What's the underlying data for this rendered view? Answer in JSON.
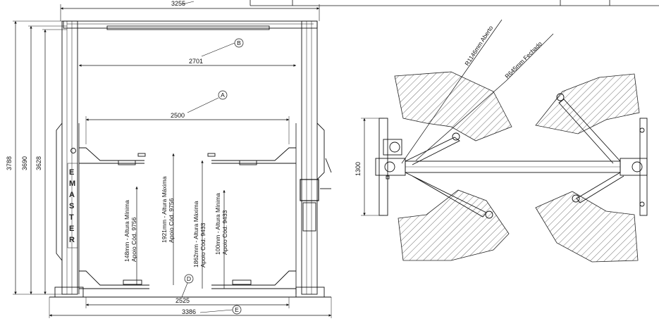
{
  "front_view": {
    "top_width": "3255",
    "height_total": "3788",
    "height_column": "3690",
    "height_inner": "3628",
    "width_b": "2701",
    "width_a": "2500",
    "width_d": "2525",
    "width_e": "3386",
    "marker_a": "A",
    "marker_b": "B",
    "marker_d": "D",
    "marker_e": "E",
    "brand_letters": [
      "E",
      "M",
      "A",
      "S",
      "T",
      "E",
      "R"
    ],
    "left_arm_label_min": [
      "148mm - Altura Mínima",
      "Apoio Cód. 9756"
    ],
    "left_arm_label_max": [
      "1921mm - Altura Máxima",
      "Apoio Cód. 9756"
    ],
    "right_arm_label_max": [
      "1862mm - Altura Máxima",
      "Apoio Cód. 9433"
    ],
    "right_arm_label_min": [
      "100mm - Altura Mínima",
      "Apoio Cód. 9433"
    ]
  },
  "top_view": {
    "radius_open": "R1146mm Aberto",
    "radius_closed": "R645mm Fechado",
    "width_dim": "1300"
  }
}
